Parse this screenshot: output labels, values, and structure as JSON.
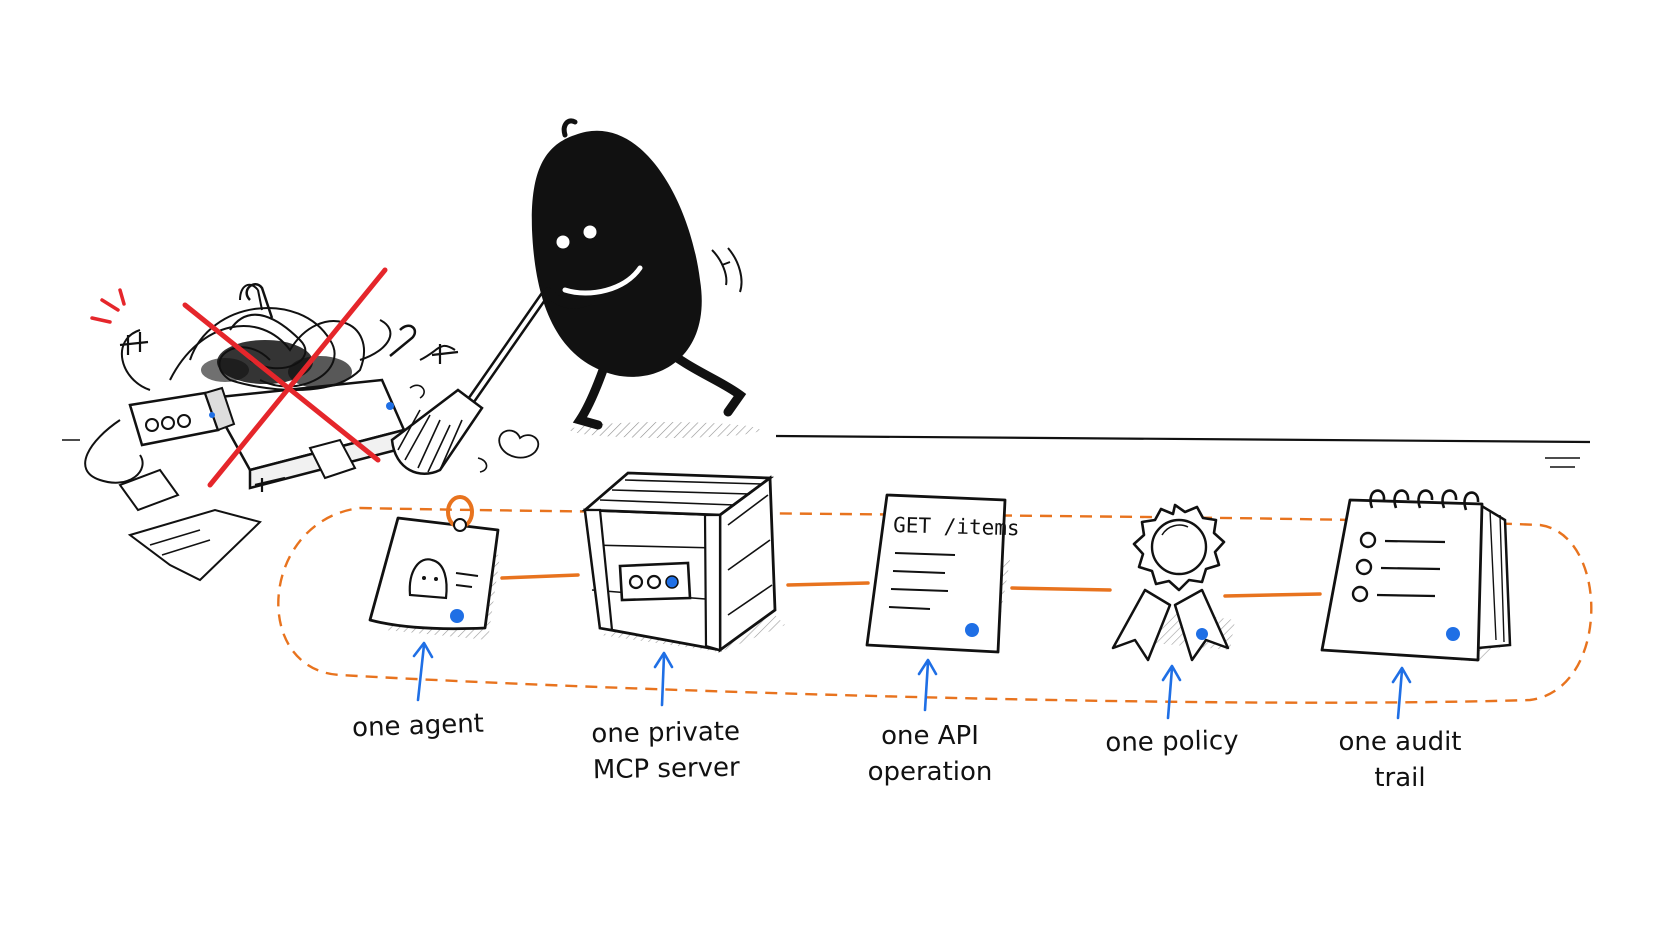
{
  "colors": {
    "ink": "#111111",
    "accent_blue": "#1f6fe5",
    "pipeline_orange": "#e8731e",
    "strike_red": "#e5262b"
  },
  "document": {
    "request_text": "GET /items"
  },
  "steps": [
    {
      "icon": "badge-icon",
      "lines": [
        "one agent"
      ]
    },
    {
      "icon": "crate-icon",
      "lines": [
        "one private",
        "MCP server"
      ]
    },
    {
      "icon": "document-icon",
      "lines": [
        "one API",
        "operation"
      ]
    },
    {
      "icon": "ribbon-icon",
      "lines": [
        "one policy"
      ]
    },
    {
      "icon": "notepad-icon",
      "lines": [
        "one audit",
        "trail"
      ]
    }
  ]
}
